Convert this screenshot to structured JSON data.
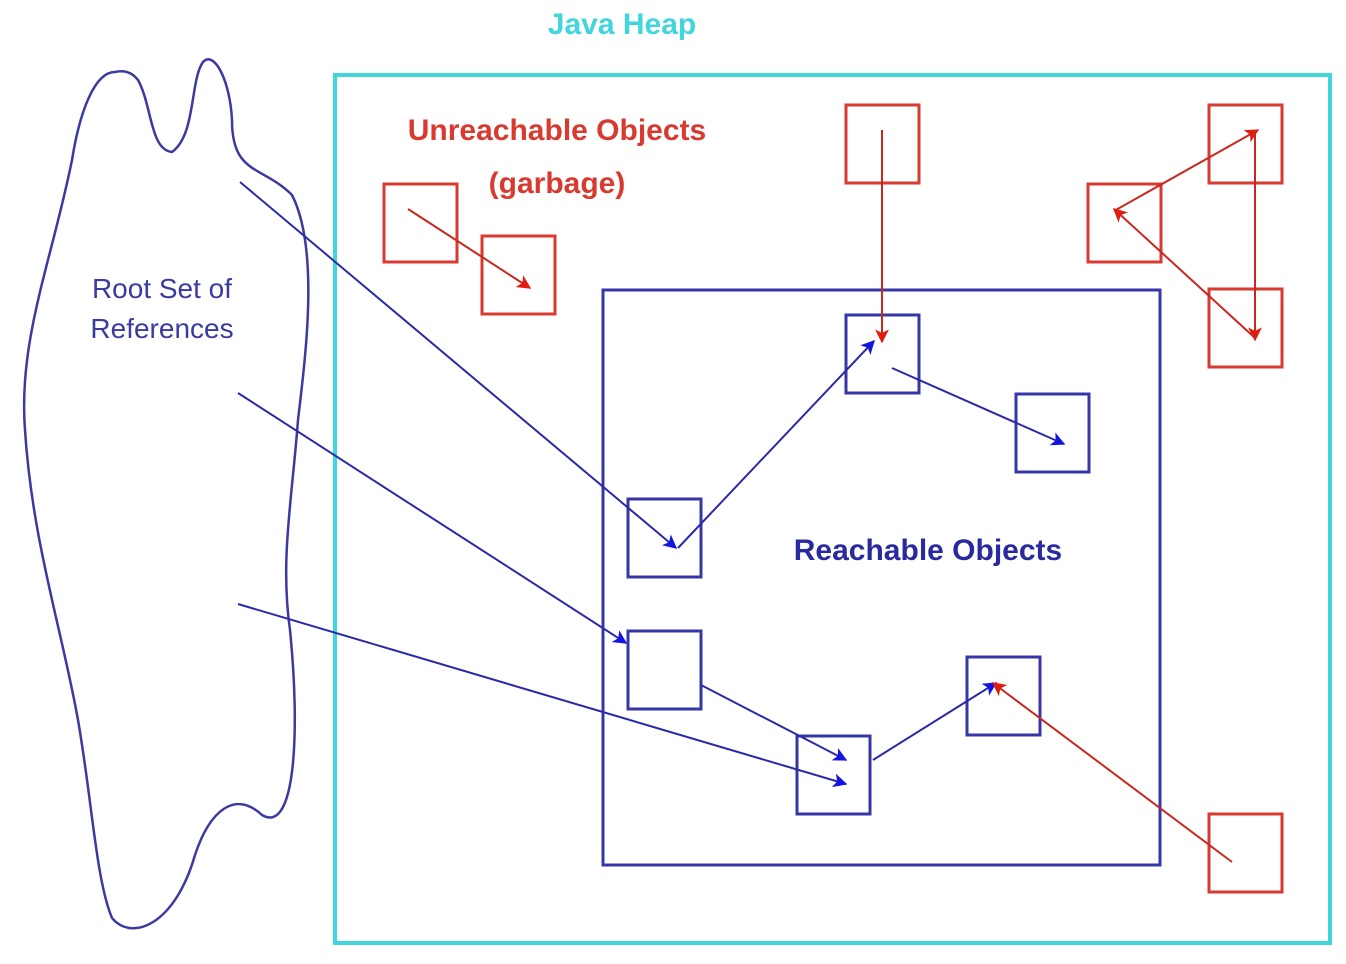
{
  "labels": {
    "java_heap": "Java Heap",
    "unreachable_line1": "Unreachable Objects",
    "unreachable_line2": "(garbage)",
    "root_line1": "Root Set of",
    "root_line2": "References",
    "reachable": "Reachable Objects"
  },
  "colors": {
    "heap": "#40d6dc",
    "reachable": "#3636a8",
    "reachable_arrow": "#1414e0",
    "root": "#3a3aa0",
    "unreachable": "#d83a30",
    "unreachable_arrow": "#e01e10"
  }
}
